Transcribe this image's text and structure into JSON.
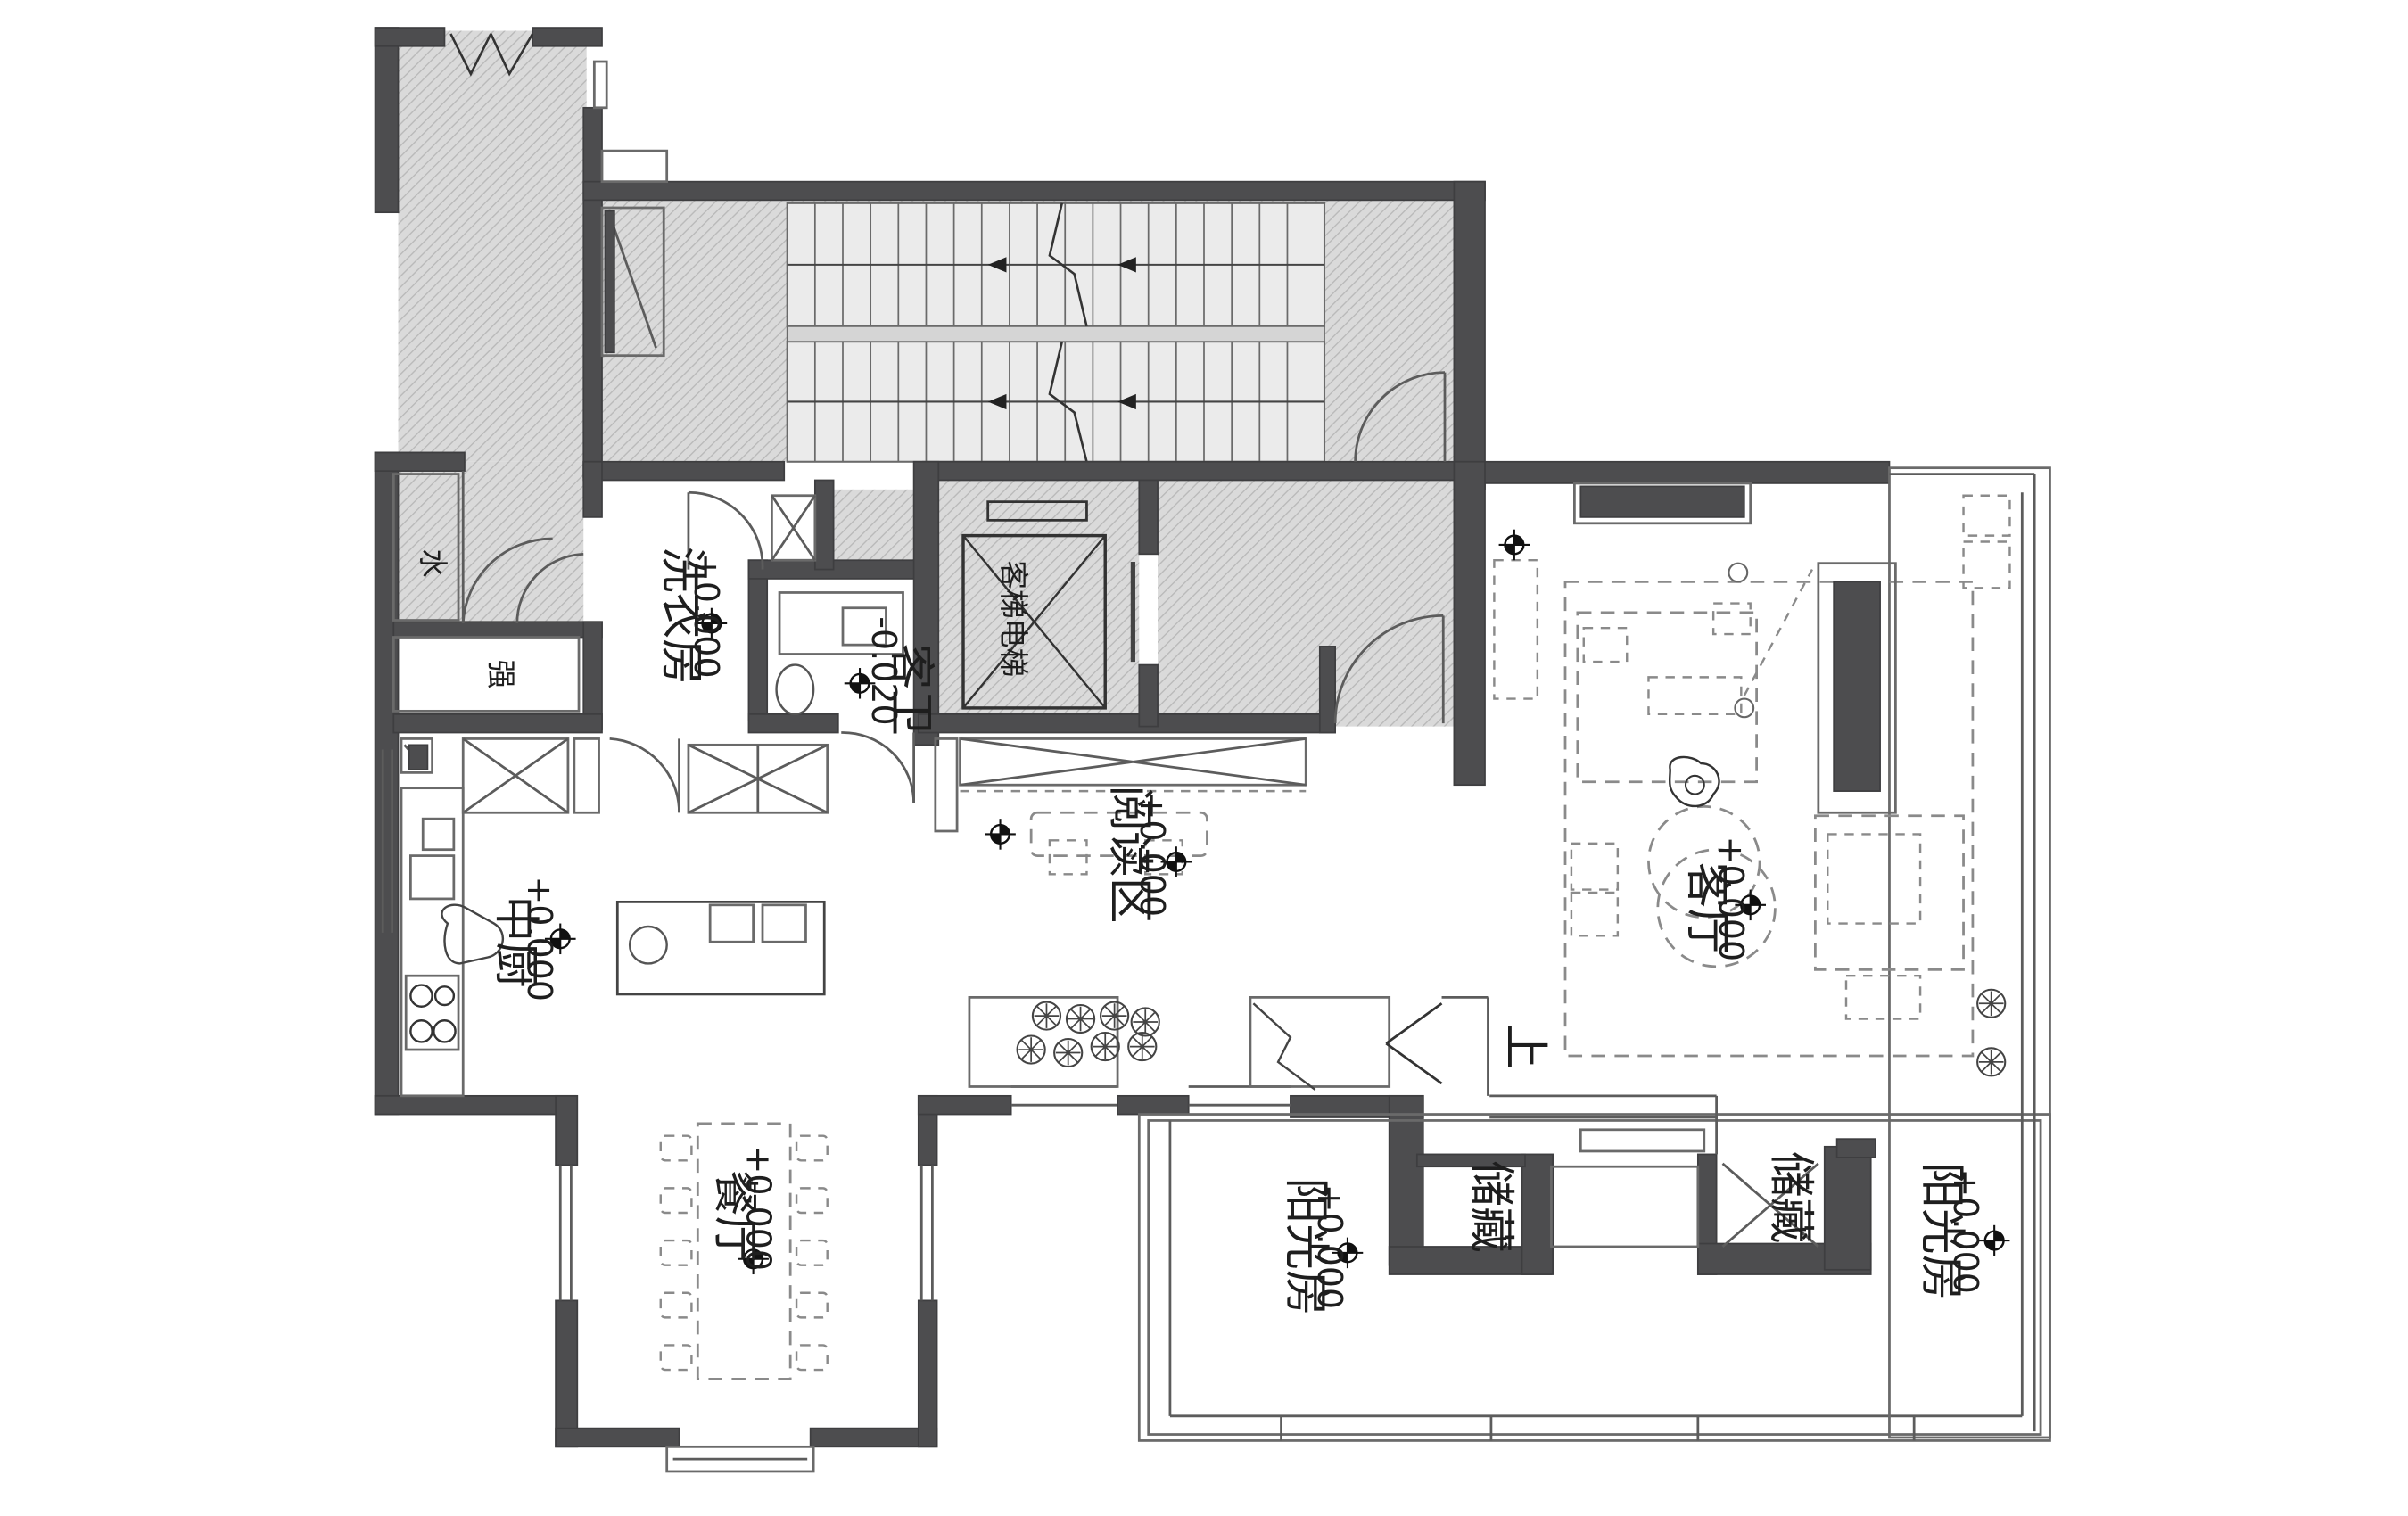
{
  "floor_plan": {
    "colors": {
      "wall": "#4d4d4f",
      "hatch": "#d2d2d2",
      "line": "#5c5c5c",
      "background": "#ffffff"
    },
    "rooms": {
      "laundry": {
        "name": "洗衣房",
        "level": "+0.000"
      },
      "guest_bath": {
        "name": "客卫",
        "level": "-0.020"
      },
      "elevator": {
        "name": "客梯电梯"
      },
      "reading": {
        "name": "阅读区",
        "level": "+0.000"
      },
      "kitchen": {
        "name": "中厨",
        "level": "+0.000"
      },
      "dining": {
        "name": "餐厅",
        "level": "+0.000"
      },
      "living": {
        "name": "客厅",
        "level": "+0.000"
      },
      "sunroom_center": {
        "name": "阳光房",
        "level": "+0.000"
      },
      "sunroom_right": {
        "name": "阳光房",
        "level": "+0.000"
      },
      "storage_left": {
        "name": "储藏"
      },
      "storage_right": {
        "name": "储藏"
      }
    },
    "shaft_water": "水",
    "shaft_electric": "强",
    "stair_up": "上",
    "icons": [
      "elevation-marker-icon",
      "north-door-icon",
      "planter-icon",
      "stair-arrow-icon"
    ]
  }
}
